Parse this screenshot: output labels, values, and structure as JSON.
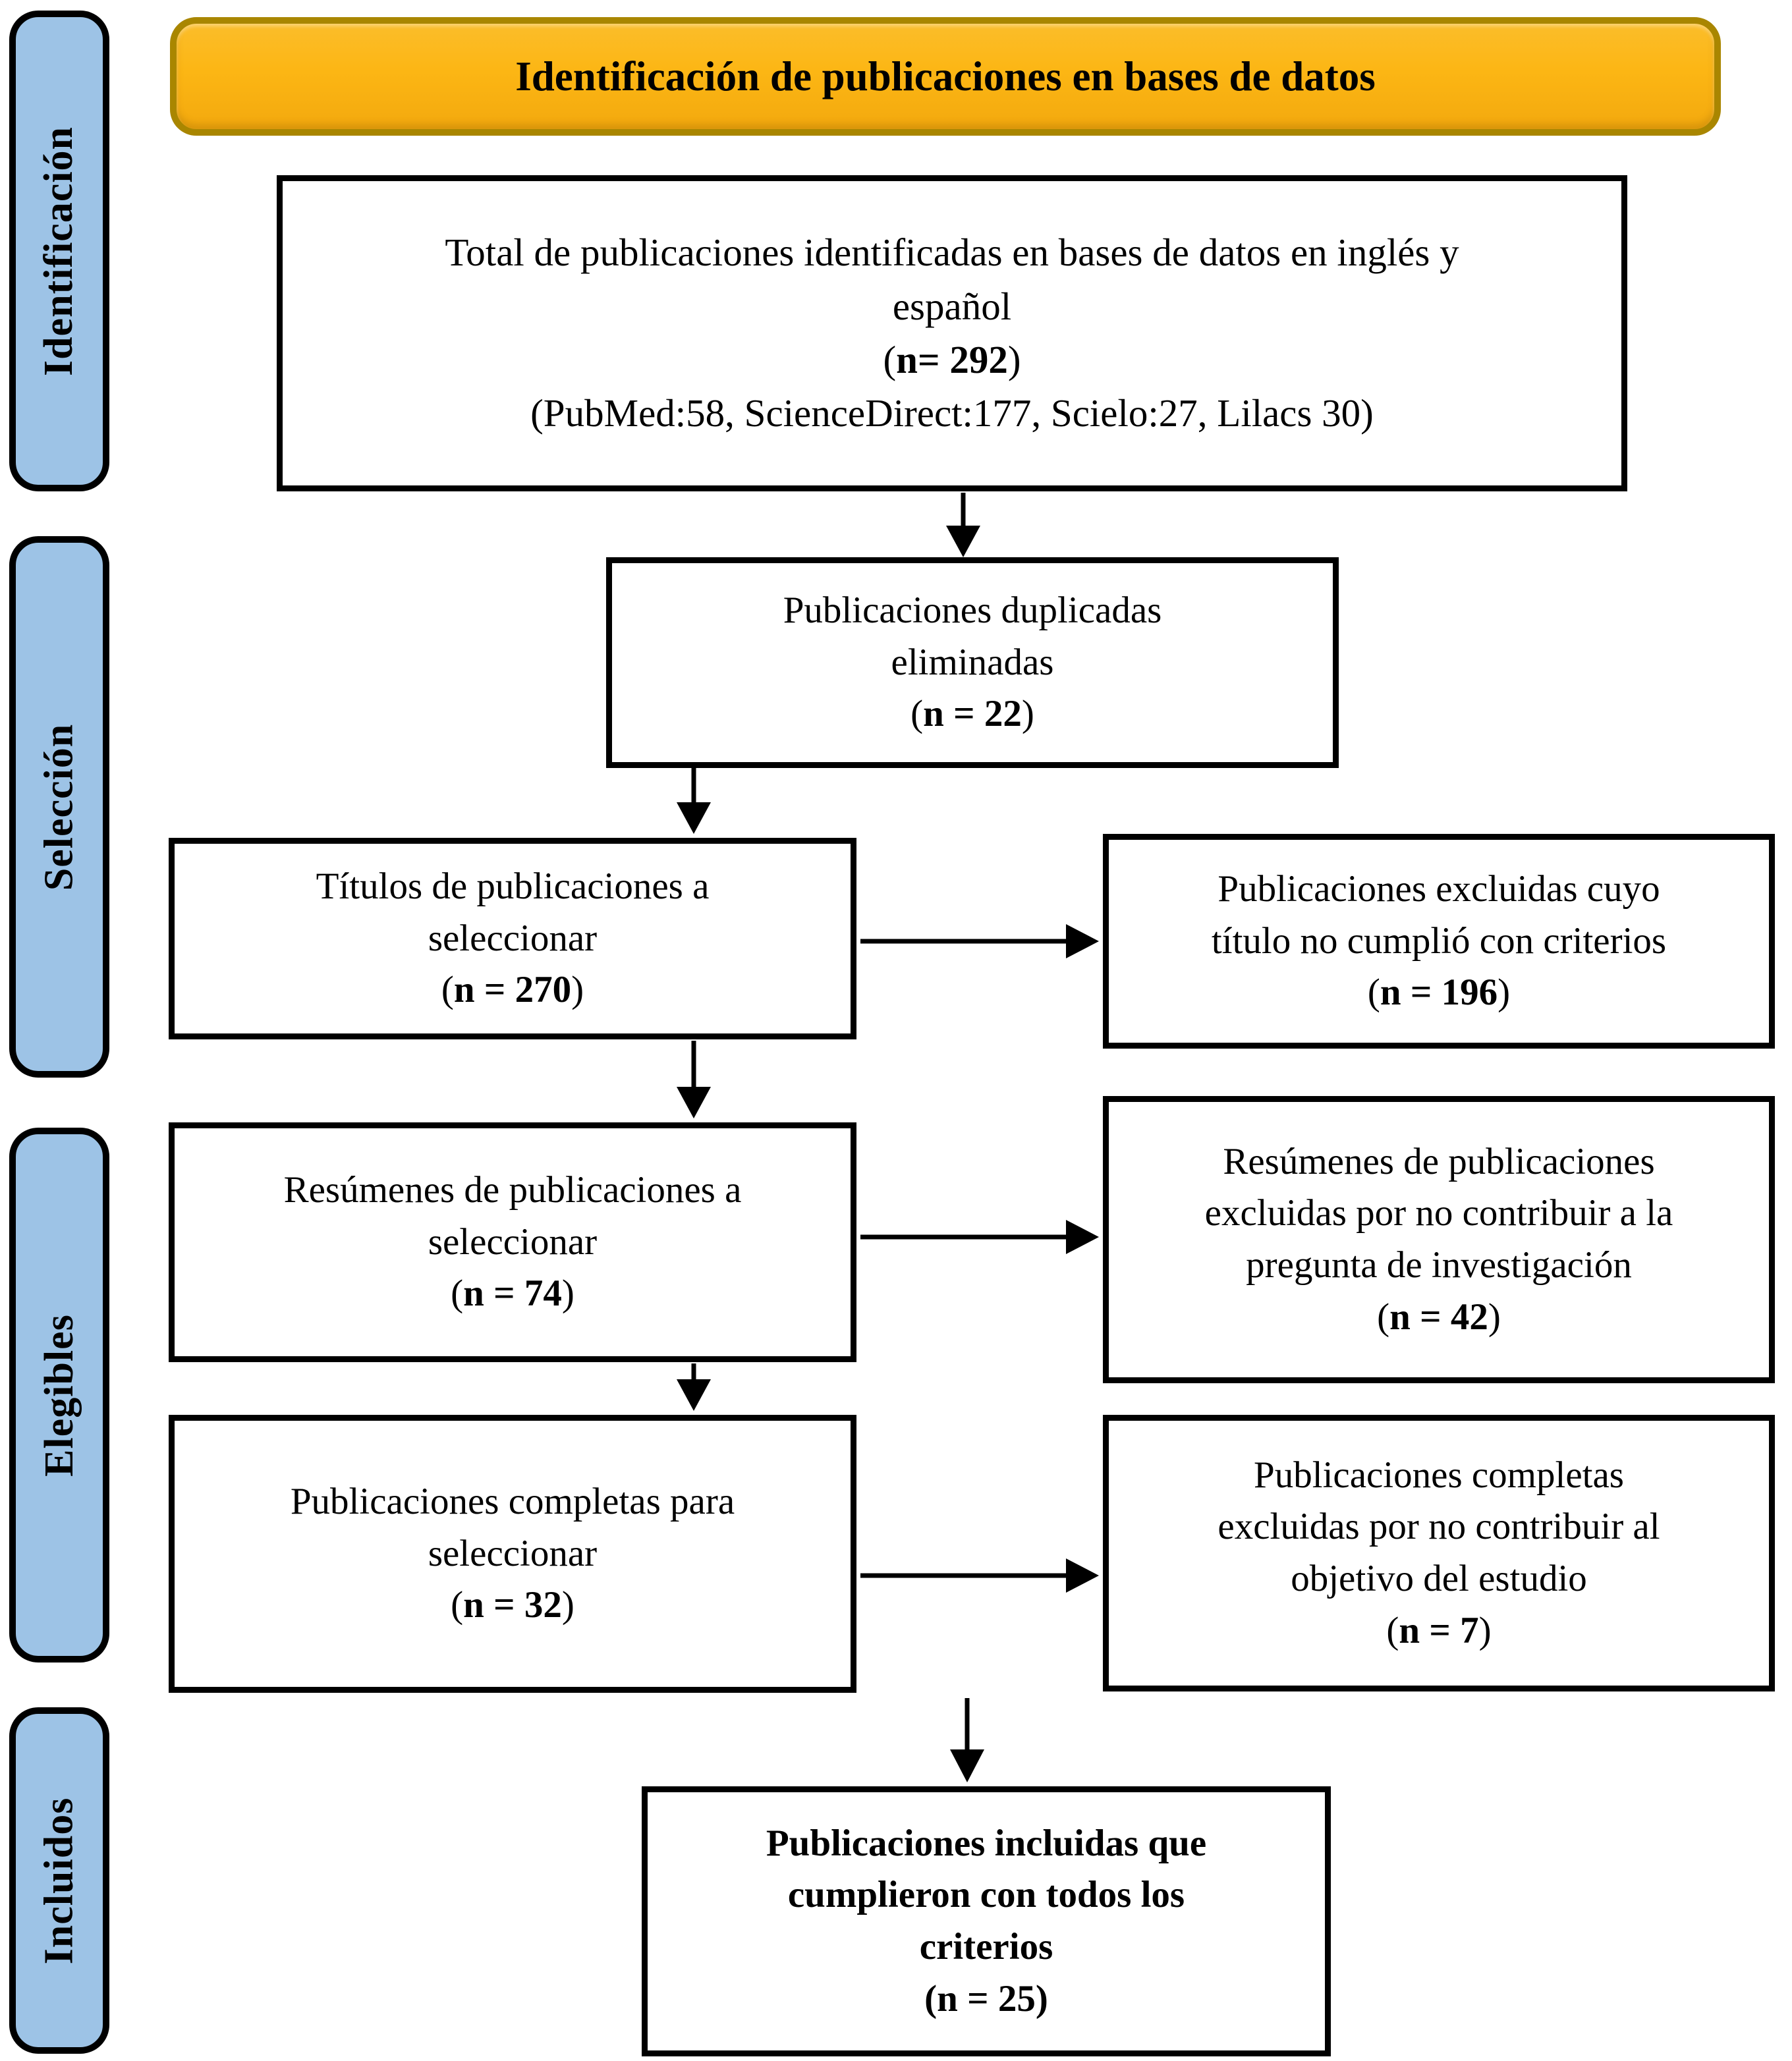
{
  "colors": {
    "sidebar_fill": "#9DC3E6",
    "banner_fill": "#FCB614",
    "banner_border": "#A98600",
    "box_border": "#000000"
  },
  "punct": {
    "open": "(",
    "close": ")"
  },
  "banner": {
    "title": "Identificación de publicaciones en bases de datos"
  },
  "sidebar": {
    "stages": [
      "Identificación",
      "Selección",
      "Elegibles",
      "Incluidos"
    ]
  },
  "boxes": {
    "total": {
      "lines": [
        "Total de publicaciones identificadas en bases de datos en inglés y",
        "español"
      ],
      "n": "n= 292",
      "sources": "(PubMed:58, ScienceDirect:177, Scielo:27, Lilacs 30)"
    },
    "duplicates": {
      "lines": [
        "Publicaciones duplicadas",
        "eliminadas"
      ],
      "n": "n = 22"
    },
    "titles": {
      "lines": [
        "Títulos de publicaciones a",
        "seleccionar"
      ],
      "n": "n = 270"
    },
    "abstracts": {
      "lines": [
        "Resúmenes de publicaciones a",
        "seleccionar"
      ],
      "n": "n = 74"
    },
    "fulltext": {
      "lines": [
        "Publicaciones completas para",
        "seleccionar"
      ],
      "n": "n = 32"
    },
    "excluded_titles": {
      "lines": [
        "Publicaciones excluidas cuyo",
        "título no cumplió con criterios"
      ],
      "n": "n = 196"
    },
    "excluded_abstracts": {
      "lines": [
        "Resúmenes de publicaciones",
        "excluidas por no contribuir a la",
        "pregunta de investigación"
      ],
      "n": "n = 42"
    },
    "excluded_fulltext": {
      "lines": [
        "Publicaciones completas",
        "excluidas por no contribuir al",
        "objetivo del estudio"
      ],
      "n": "n = 7"
    },
    "included": {
      "lines": [
        "Publicaciones incluidas que",
        "cumplieron con todos los",
        "criterios"
      ],
      "n": "n = 25"
    }
  }
}
